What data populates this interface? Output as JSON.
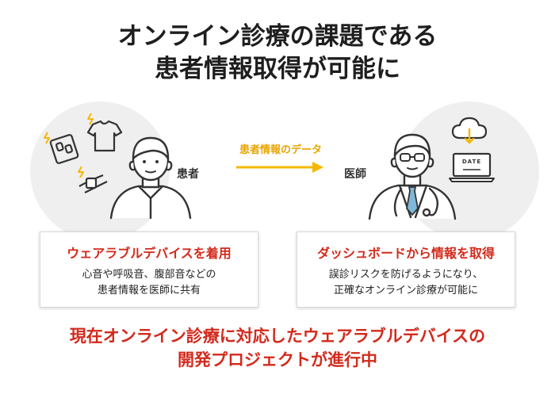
{
  "title": {
    "line1": "オンライン診療の課題である",
    "line2": "患者情報取得が可能に"
  },
  "patient": {
    "label": "患者"
  },
  "doctor": {
    "label": "医師"
  },
  "arrow": {
    "label": "患者情報のデータ"
  },
  "cards": {
    "left": {
      "title": "ウェアラブルデバイスを着用",
      "line1": "心音や呼吸音、腹部音などの",
      "line2": "患者情報を医師に共有"
    },
    "right": {
      "title": "ダッシュボードから情報を取得",
      "line1": "誤診リスクを防げるようになり、",
      "line2": "正確なオンライン診療が可能に"
    }
  },
  "footer": {
    "line1": "現在オンライン診療に対応したウェアラブルデバイスの",
    "line2": "開発プロジェクトが進行中"
  },
  "laptop": {
    "screen_text": "DATE"
  },
  "colors": {
    "accent_red": "#d22a1c",
    "accent_yellow": "#f5b800",
    "bubble_gray": "#efefef",
    "tie_blue": "#7fb8d8"
  }
}
